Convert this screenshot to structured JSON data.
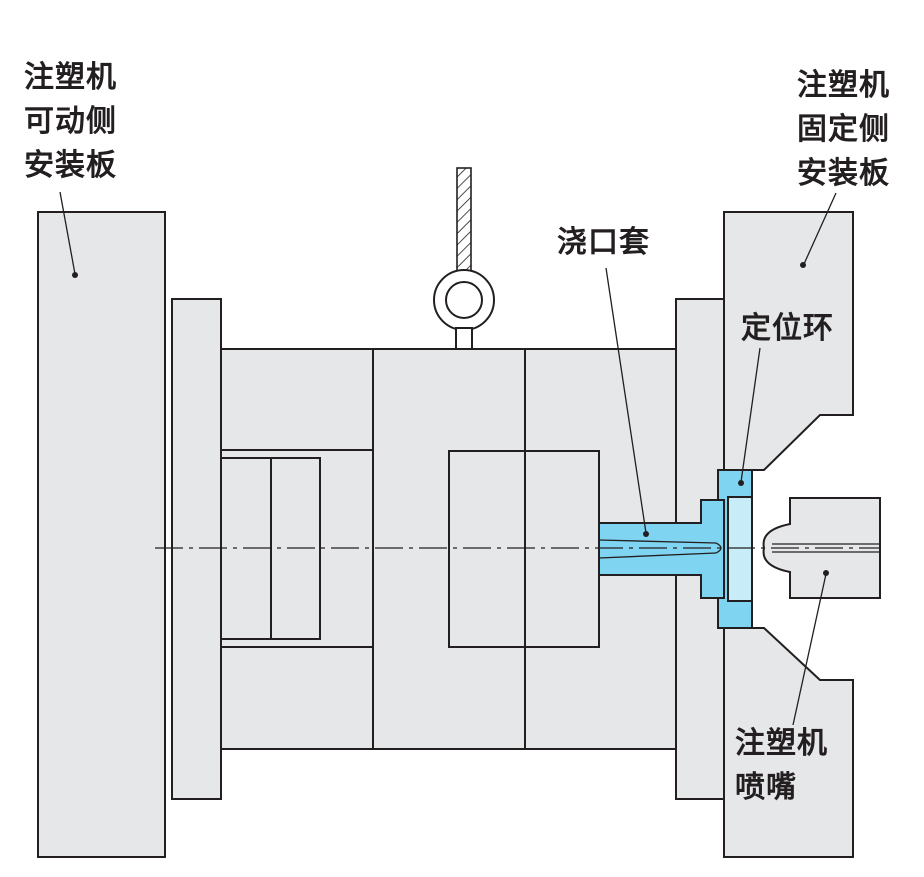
{
  "labels": {
    "moving_plate": [
      "注塑机",
      "可动侧",
      "安装板"
    ],
    "fixed_plate": [
      "注塑机",
      "固定侧",
      "安装板"
    ],
    "sprue_bushing": "浇口套",
    "locating_ring": "定位环",
    "nozzle": [
      "注塑机",
      "喷嘴"
    ]
  },
  "colors": {
    "plate_fill": "#e6e7e9",
    "sprue_blue": "#7fd4f2",
    "ring_light_blue": "#c9ecf9",
    "line": "#231f20"
  },
  "icons": {
    "lifting_eye": "eye-bolt-icon"
  }
}
